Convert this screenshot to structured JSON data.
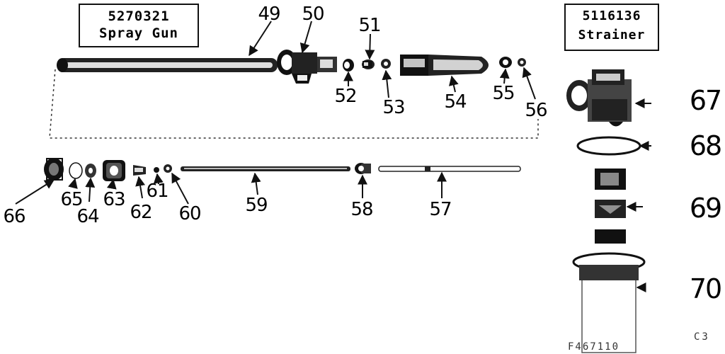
{
  "assemblies": [
    {
      "number": "5270321",
      "name": "Spray Gun"
    },
    {
      "number": "5116136",
      "name": "Strainer"
    }
  ],
  "callouts": [
    "49",
    "50",
    "51",
    "52",
    "53",
    "54",
    "55",
    "56",
    "57",
    "58",
    "59",
    "60",
    "61",
    "62",
    "63",
    "64",
    "65",
    "66",
    "67",
    "68",
    "69",
    "70"
  ],
  "footer": {
    "code": "F467110",
    "tag": "C3"
  },
  "colors": {
    "ink": "#111111",
    "paper": "#ffffff"
  }
}
